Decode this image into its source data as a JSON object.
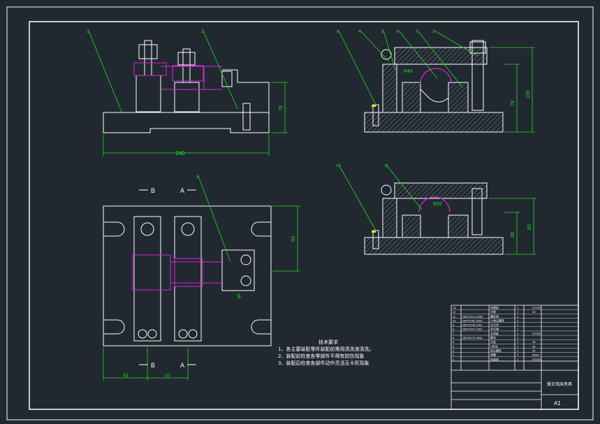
{
  "colors": {
    "background": "#212830",
    "outline": "#ffffff",
    "dimension": "#22dd22",
    "hidden": "#dd22dd",
    "hatch": "#9aa0a6",
    "marker": "#e8e000"
  },
  "dimensions": {
    "front_width": "240",
    "front_height": "78",
    "side_height_inner": "78",
    "side_height_outer": "100",
    "side_radius": "R45",
    "lower_radius": "R32",
    "lower_height_inner": "66",
    "lower_height_outer": "83",
    "plan_height": "93",
    "plan_offset_left": "63",
    "plan_offset_right": "57",
    "plan_hole": "φ6"
  },
  "section_markers": {
    "b_top": "B",
    "a_top": "A",
    "b_bottom": "B",
    "a_bottom": "A"
  },
  "balloons": {
    "front_1": "1",
    "front_2": "2",
    "side_8": "8",
    "side_4": "4",
    "side_5": "5",
    "side_6": "6",
    "side_7": "7",
    "side_3": "3",
    "lower_10": "10",
    "lower_11": "11",
    "plan_9": "9"
  },
  "notes": {
    "title": "技术要求",
    "items": [
      "1、各主要装配零件装配前需用清洗液清洗。",
      "2、装配前检查各零部件不得有损伤现象",
      "3、装配后检查各部件动作灵活无卡死现象"
    ]
  },
  "title_block": {
    "drawing_title": "拨叉铣床夹具",
    "sheet_size": "A1",
    "bom_rows": [
      {
        "no": "13",
        "code": "",
        "name": "钻模板",
        "qty": "1",
        "material": "HT200"
      },
      {
        "no": "12",
        "code": "",
        "name": "衬套",
        "qty": "1",
        "material": "45"
      },
      {
        "no": "11",
        "code": "GB/T119.1-2000",
        "name": "圆柱销",
        "qty": "2",
        "material": ""
      },
      {
        "no": "10",
        "code": "GB/T5782-2000",
        "name": "六角头螺栓",
        "qty": "2",
        "material": ""
      },
      {
        "no": "9",
        "code": "GB/T2148-1991",
        "name": "对刀块",
        "qty": "1",
        "material": ""
      },
      {
        "no": "8",
        "code": "GB/T2207-1991",
        "name": "定位键",
        "qty": "2",
        "material": ""
      },
      {
        "no": "7",
        "code": "",
        "name": "支承板",
        "qty": "1",
        "material": "HT200"
      },
      {
        "no": "6",
        "code": "GB/T6170-2000",
        "name": "螺母",
        "qty": "2",
        "material": ""
      },
      {
        "no": "5",
        "code": "",
        "name": "压板",
        "qty": "2",
        "material": "45"
      },
      {
        "no": "4",
        "code": "",
        "name": "V形块",
        "qty": "1",
        "material": "45"
      },
      {
        "no": "3",
        "code": "",
        "name": "双头螺柱",
        "qty": "2",
        "material": "45"
      },
      {
        "no": "2",
        "code": "",
        "name": "弹簧",
        "qty": "2",
        "material": "65Mn"
      },
      {
        "no": "1",
        "code": "",
        "name": "夹具体",
        "qty": "1",
        "material": "HT200"
      }
    ]
  }
}
